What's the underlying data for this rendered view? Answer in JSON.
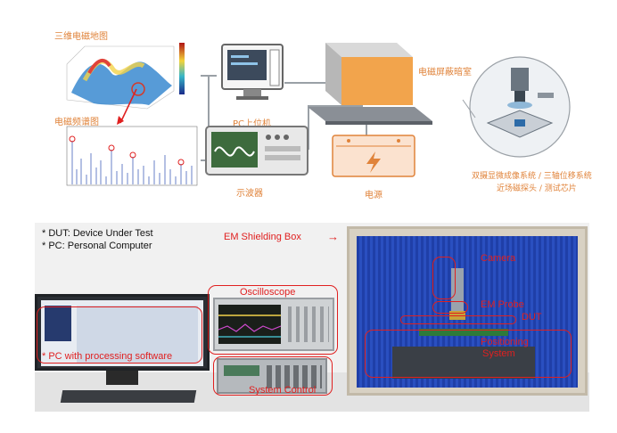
{
  "top": {
    "map3d_title": "三维电磁地图",
    "spectrum_title": "电磁频谱图",
    "pc_label": "PC上位机",
    "osc_label": "示波器",
    "box_label": "电磁屏蔽暗室",
    "power_label": "电源",
    "system_line1": "双摄显微成像系统 / 三轴位移系统",
    "system_line2": "近场磁探头 / 测试芯片"
  },
  "photo": {
    "note_dut": "* DUT: Device Under Test",
    "note_pc": "* PC: Personal Computer",
    "em_box_label": "EM Shielding Box",
    "arrow": "→",
    "pc_software_label": "* PC with processing software",
    "oscilloscope_label": "Oscilloscope",
    "system_control_label": "System Control",
    "camera_label": "Camera",
    "em_probe_label": "EM Probe",
    "dut_label": "DUT",
    "positioning_line1": "Positioning",
    "positioning_line2": "System"
  },
  "colors": {
    "annotation_red": "#e02020",
    "label_orange": "#e0833a",
    "shield_blue": "#1f3fa8"
  }
}
